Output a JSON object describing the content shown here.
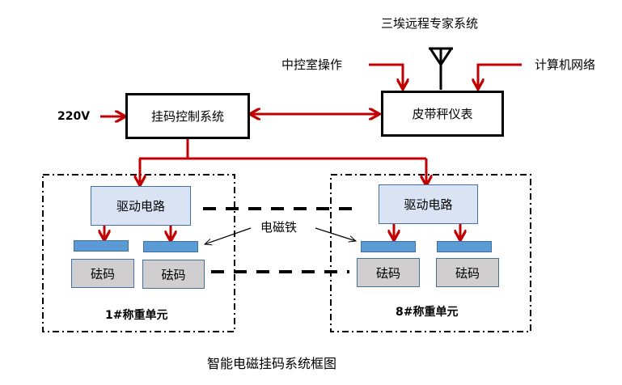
{
  "diagram": {
    "title": "智能电磁挂码系统框图",
    "remote_expert_label": "三埃远程专家系统",
    "central_control_label": "中控室操作",
    "computer_network_label": "计算机网络",
    "power_label": "220V",
    "control_system_label": "挂码控制系统",
    "belt_scale_label": "皮带秤仪表",
    "electromagnet_label": "电磁铁",
    "units": [
      {
        "name": "1#称重单元",
        "drive_circuit_label": "驱动电路",
        "weights": [
          "砝码",
          "砝码"
        ]
      },
      {
        "name": "8#称重单元",
        "drive_circuit_label": "驱动电路",
        "weights": [
          "砝码",
          "砝码"
        ]
      }
    ],
    "colors": {
      "arrow_red": "#c00000",
      "drive_fill": "#dae3f3",
      "weight_fill": "#d0cece",
      "magnet_fill": "#5b9bd5",
      "border_blue": "#41719c"
    }
  }
}
